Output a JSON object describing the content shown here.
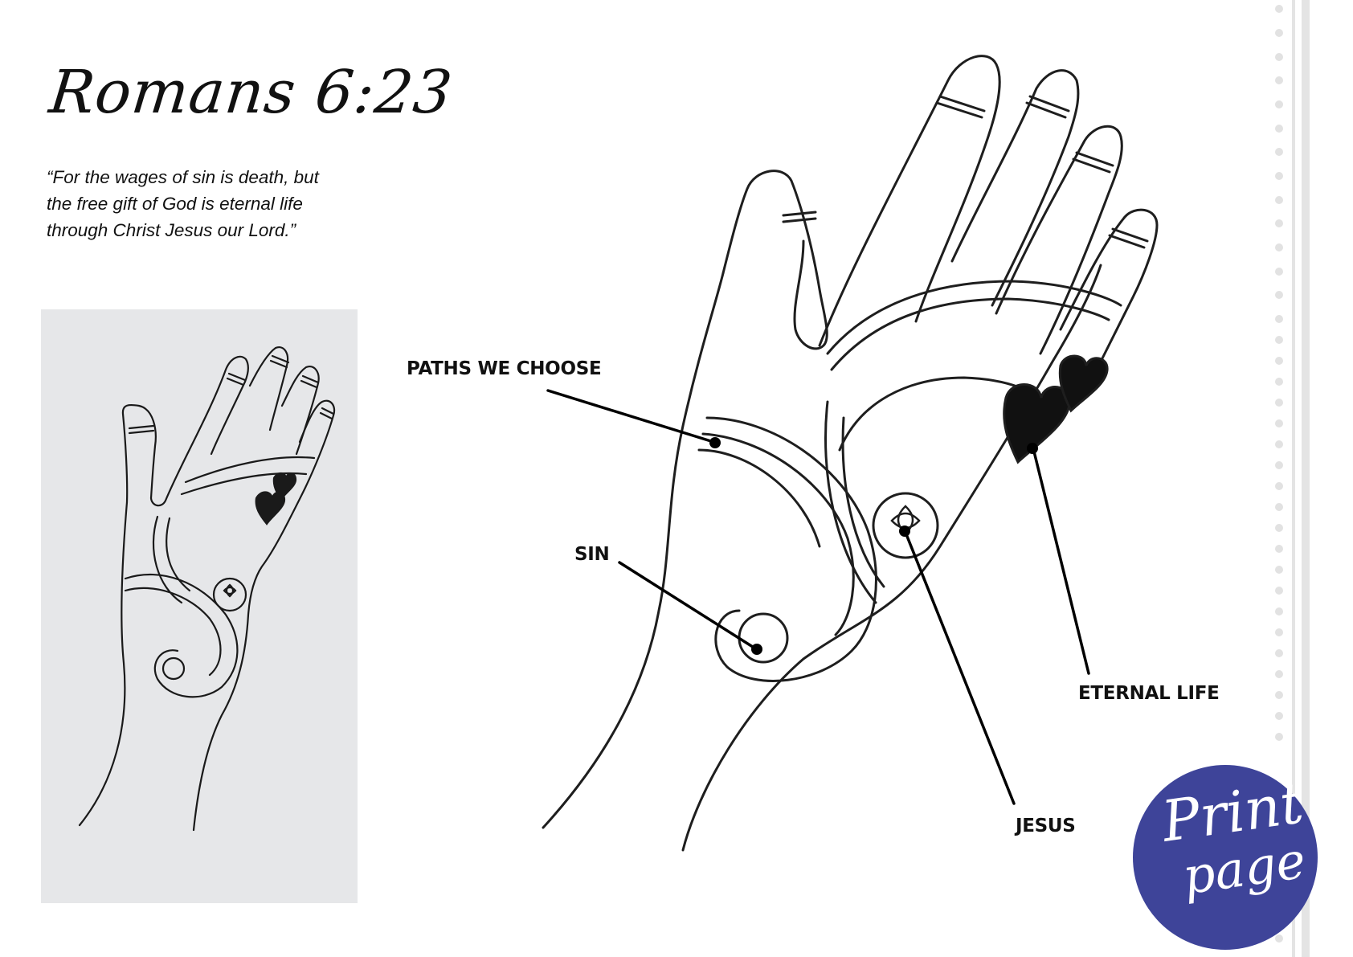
{
  "header": {
    "title": "Romans 6:23",
    "verse_lines": [
      "“For the wages of sin is death, but",
      "the free gift of God is eternal life",
      "through Christ Jesus our Lord.”"
    ]
  },
  "thumbnail": {
    "background": "#e6e7e9",
    "subject": "henna-hand-thumbnail"
  },
  "illustration": {
    "subject": "henna-hand-drawing",
    "labels": [
      {
        "id": "paths",
        "text": "PATHS WE CHOOSE"
      },
      {
        "id": "sin",
        "text": "SIN"
      },
      {
        "id": "eternal",
        "text": "ETERNAL LIFE"
      },
      {
        "id": "jesus",
        "text": "JESUS"
      }
    ]
  },
  "print_button": {
    "line1": "Print",
    "line2": "page",
    "color": "#3e4499",
    "icon": "print-badge"
  },
  "binder": {
    "dot_color": "#e2e2e2",
    "rail_color": "#e4e4e4"
  }
}
